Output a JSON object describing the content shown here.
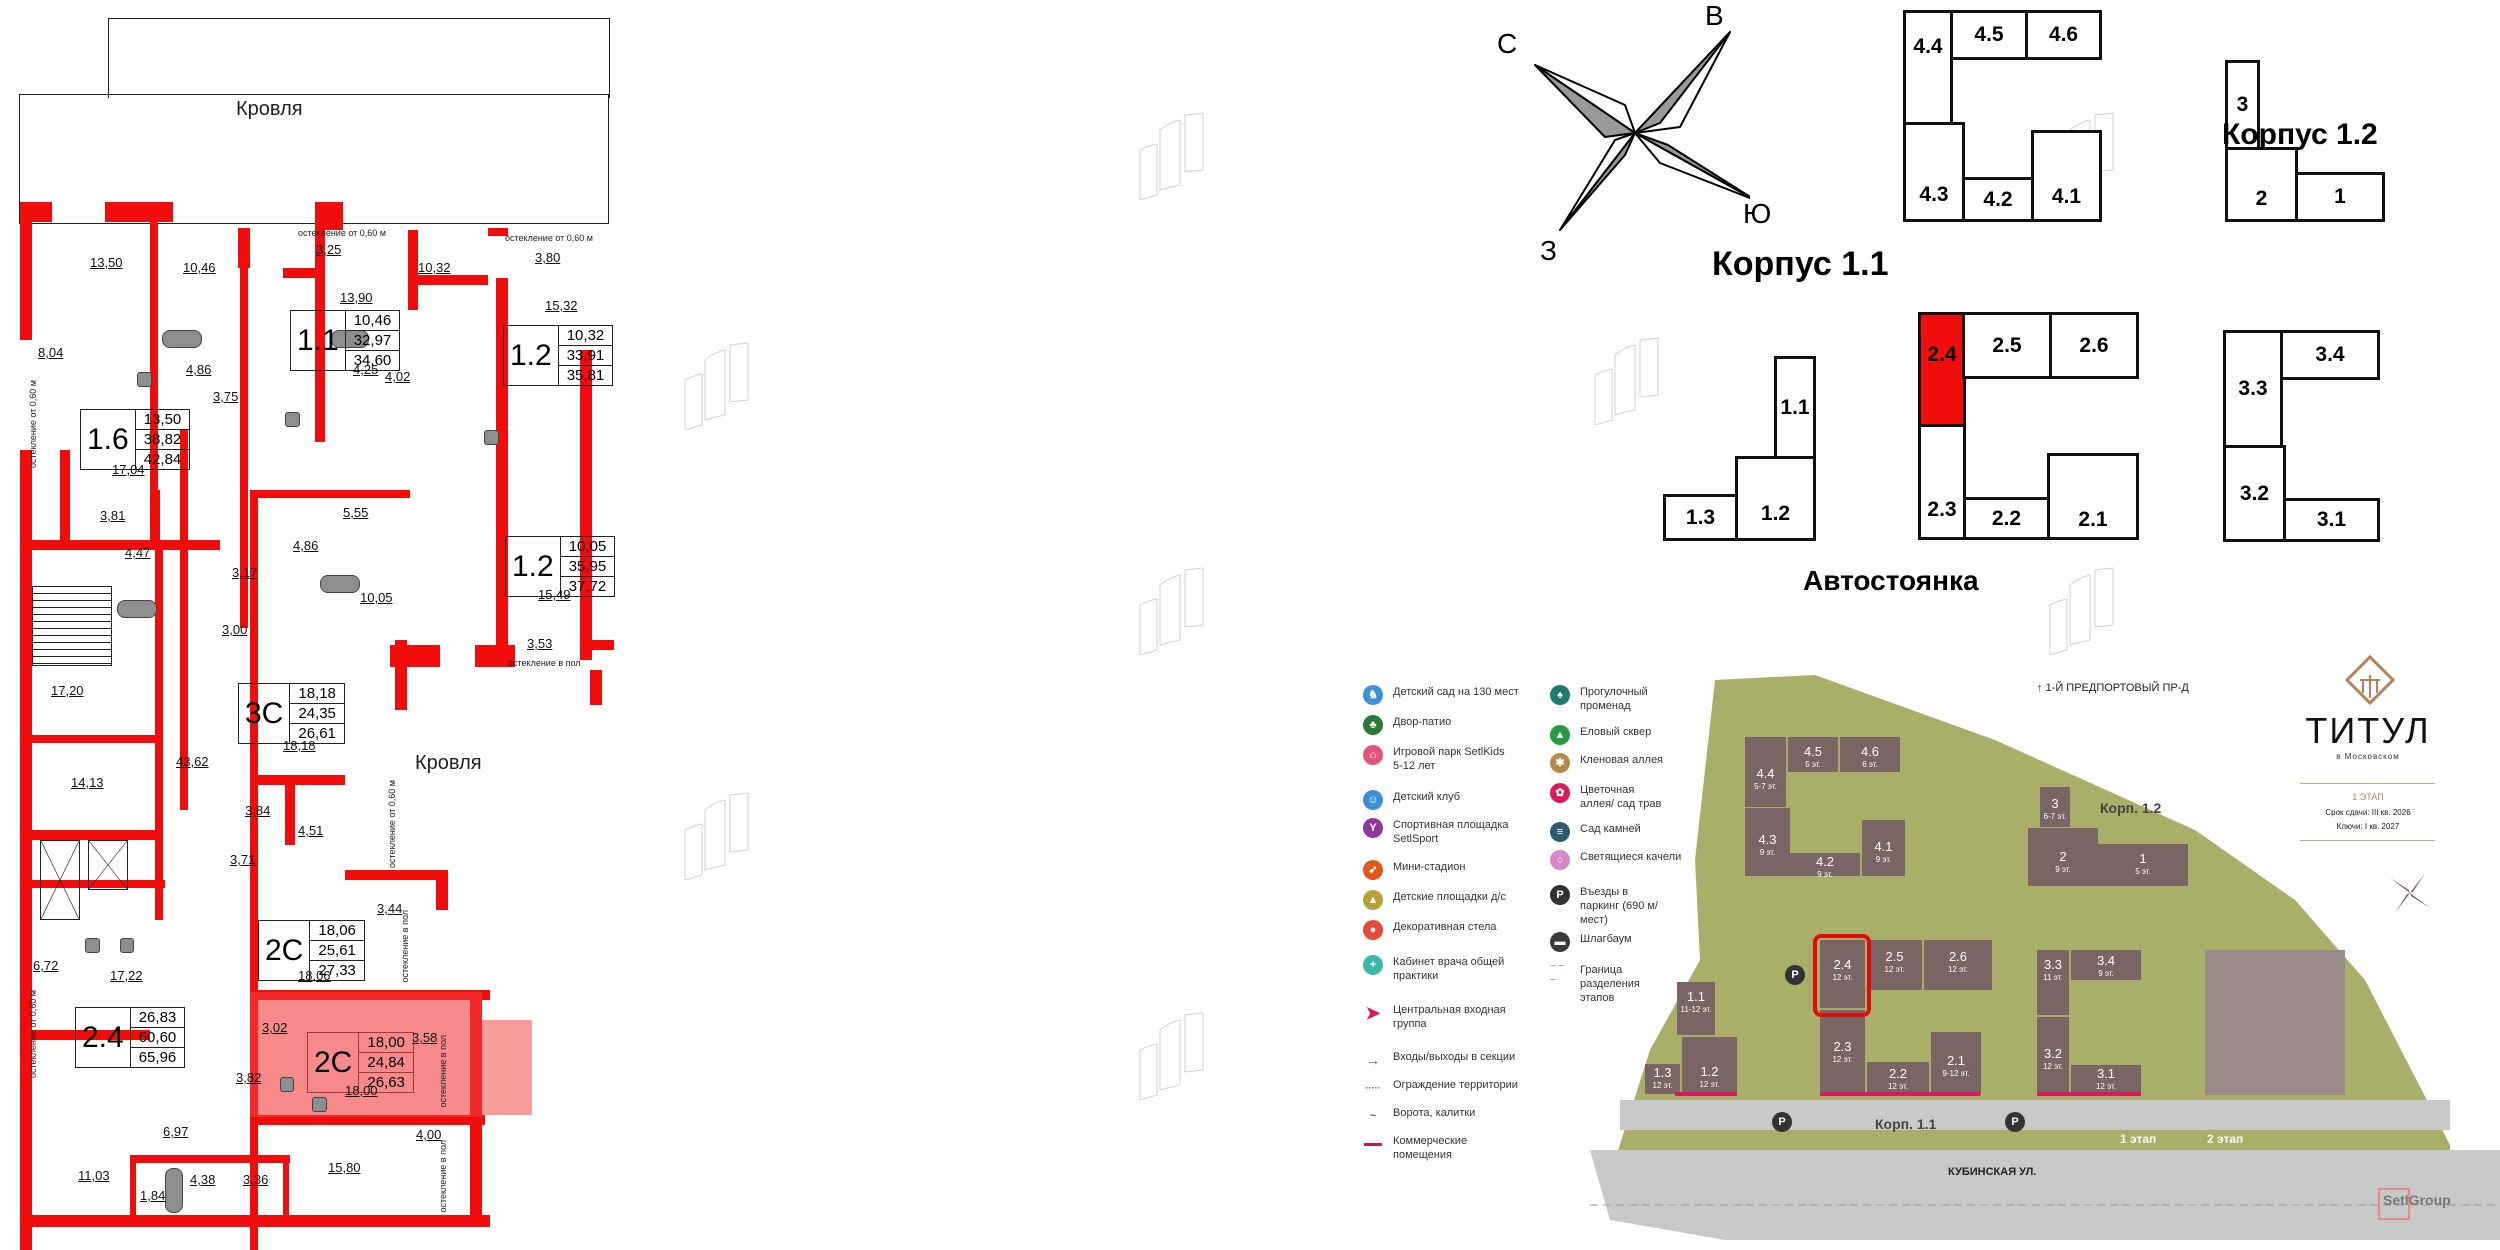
{
  "floor_plan": {
    "roof_label": "Кровля",
    "glazing_060": "остекление от 0,60 м",
    "glazing_floor": "остекление в пол",
    "apartments": [
      {
        "id": "1.6",
        "living": "13,50",
        "total": "38,82",
        "area_with_balcony": "42,84"
      },
      {
        "id": "1.1",
        "living": "10,46",
        "total": "32,97",
        "area_with_balcony": "34,60"
      },
      {
        "id": "1.2",
        "living": "10,32",
        "total": "33,91",
        "area_with_balcony": "35,81"
      },
      {
        "id": "1.2",
        "living": "10,05",
        "total": "35,95",
        "area_with_balcony": "37,72"
      },
      {
        "id": "3С",
        "living": "18,18",
        "total": "24,35",
        "area_with_balcony": "26,61"
      },
      {
        "id": "2С",
        "living": "18,06",
        "total": "25,61",
        "area_with_balcony": "27,33"
      },
      {
        "id": "2.4",
        "living": "26,83",
        "total": "60,60",
        "area_with_balcony": "65,96"
      },
      {
        "id": "2С",
        "living": "18,00",
        "total": "24,84",
        "area_with_balcony": "26,63",
        "selected": true
      }
    ],
    "rooms": [
      "13,50",
      "10,46",
      "3,25",
      "13,90",
      "10,32",
      "3,80",
      "15,32",
      "8,04",
      "4,86",
      "3,75",
      "4,25",
      "4,02",
      "17,04",
      "3,81",
      "4,47",
      "5,55",
      "4,86",
      "3,17",
      "10,05",
      "15,49",
      "3,00",
      "3,53",
      "17,20",
      "43,62",
      "18,18",
      "14,13",
      "3,84",
      "4,51",
      "3,71",
      "3,44",
      "18,06",
      "6,72",
      "17,22",
      "3,02",
      "3,58",
      "3,82",
      "18,00",
      "6,97",
      "4,00",
      "11,03",
      "1,84",
      "4,38",
      "3,36",
      "15,80"
    ]
  },
  "compass": {
    "n": "С",
    "e": "В",
    "s": "Ю",
    "w": "З"
  },
  "scheme": {
    "korpus_11_title": "Корпус 1.1",
    "korpus_12_title": "Корпус 1.2",
    "parking_title": "Автостоянка",
    "sections_4": [
      "4.4",
      "4.5",
      "4.6",
      "4.3",
      "4.2",
      "4.1"
    ],
    "sections_12": [
      "3",
      "2",
      "1"
    ],
    "sections_1": [
      "1.1",
      "1.3",
      "1.2"
    ],
    "sections_2": [
      "2.4",
      "2.5",
      "2.6",
      "2.3",
      "2.2",
      "2.1"
    ],
    "sections_3": [
      "3.3",
      "3.4",
      "3.2",
      "3.1"
    ],
    "selected_section": "2.4",
    "selected_color": "#f20d0d"
  },
  "legend": {
    "left": [
      {
        "icon": "rocking-horse-icon",
        "color": "#3f8fd6",
        "label": "Детский сад на 130 мест"
      },
      {
        "icon": "patio-tree-icon",
        "color": "#2a7a37",
        "label": "Двор-патио"
      },
      {
        "icon": "playground-slide-icon",
        "color": "#e0537a",
        "label": "Игровой парк SetlKids 5-12 лет"
      },
      {
        "icon": "kids-club-icon",
        "color": "#3f8fd6",
        "label": "Детский клуб"
      },
      {
        "icon": "sport-ground-icon",
        "color": "#8a3a9a",
        "label": "Спортивная площадка SetlSport"
      },
      {
        "icon": "runner-icon",
        "color": "#e2571e",
        "label": "Мини-стадион"
      },
      {
        "icon": "rocket-icon",
        "color": "#b8a03a",
        "label": "Детские площадки д/с"
      },
      {
        "icon": "location-pin-icon",
        "color": "#e44a34",
        "label": "Декоративная стела"
      },
      {
        "icon": "medical-cross-icon",
        "color": "#3cb8a6",
        "label": "Кабинет врача общей практики"
      },
      {
        "icon": "entrance-arrow-icon",
        "color": "#d81b5a",
        "label": "Центральная входная группа"
      },
      {
        "icon": "arrow-icon",
        "color": "#555555",
        "label": "Входы/выходы в секции"
      },
      {
        "icon": "dotted-line-icon",
        "color": "#555555",
        "label": "Ограждение территории"
      },
      {
        "icon": "gate-icon",
        "color": "#555555",
        "label": "Ворота, калитки"
      },
      {
        "icon": "commercial-line-icon",
        "color": "#c8185a",
        "label": "Коммерческие помещения"
      }
    ],
    "right": [
      {
        "icon": "promenade-icon",
        "color": "#1f7a6c",
        "label": "Прогулочный променад"
      },
      {
        "icon": "fir-tree-icon",
        "color": "#2a9a40",
        "label": "Еловый сквер"
      },
      {
        "icon": "maple-leaf-icon",
        "color": "#b58a4a",
        "label": "Кленовая аллея"
      },
      {
        "icon": "flower-icon",
        "color": "#d81b5a",
        "label": "Цветочная аллея/ сад трав"
      },
      {
        "icon": "stones-icon",
        "color": "#2e5a6e",
        "label": "Сад камней"
      },
      {
        "icon": "swing-ring-icon",
        "color": "#d784c8",
        "label": "Светящиеся качели"
      },
      {
        "icon": "parking-icon",
        "color": "#333333",
        "label": "Въезды в паркинг (690 м/мест)"
      },
      {
        "icon": "barrier-icon",
        "color": "#3a3a3a",
        "label": "Шлагбаум"
      },
      {
        "icon": "dashed-line-icon",
        "color": "#e98aa8",
        "label": "Граница разделения этапов"
      }
    ]
  },
  "site_map": {
    "north_road": "1-Й ПРЕДПОРТОВЫЙ ПР-Д",
    "south_road": "КУБИНСКАЯ УЛ.",
    "korp_11": "Корп. 1.1",
    "korp_12": "Корп. 1.2",
    "stage_1": "1 этап",
    "stage_2": "2 этап",
    "buildings": [
      {
        "id": "4.5",
        "floors": "5 эт."
      },
      {
        "id": "4.6",
        "floors": "6 эт."
      },
      {
        "id": "4.4",
        "floors": "5-7 эт."
      },
      {
        "id": "4.3",
        "floors": "9 эт."
      },
      {
        "id": "4.2",
        "floors": "9 эт."
      },
      {
        "id": "4.1",
        "floors": "9 эт."
      },
      {
        "id": "3",
        "floors": "6-7 эт."
      },
      {
        "id": "2",
        "floors": "9 эт."
      },
      {
        "id": "1",
        "floors": "5 эт."
      },
      {
        "id": "2.4",
        "floors": "12 эт."
      },
      {
        "id": "2.5",
        "floors": "12 эт."
      },
      {
        "id": "2.6",
        "floors": "12 эт."
      },
      {
        "id": "2.3",
        "floors": "12 эт."
      },
      {
        "id": "2.2",
        "floors": "12 эт."
      },
      {
        "id": "2.1",
        "floors": "9-12 эт."
      },
      {
        "id": "1.1",
        "floors": "11-12 эт."
      },
      {
        "id": "1.3",
        "floors": "12 эт."
      },
      {
        "id": "1.2",
        "floors": "12 эт."
      },
      {
        "id": "3.3",
        "floors": "11 эт."
      },
      {
        "id": "3.4",
        "floors": "9 эт."
      },
      {
        "id": "3.2",
        "floors": "12 эт."
      },
      {
        "id": "3.1",
        "floors": "12 эт."
      }
    ],
    "parking_letter": "P"
  },
  "brand": {
    "name": "ТИТУЛ",
    "subtitle": "в Московском",
    "stage": "1 ЭТАП",
    "deadline": "Срок сдачи: III кв. 2026",
    "keys": "Ключи: I кв. 2027",
    "developer": "SetlGroup"
  }
}
